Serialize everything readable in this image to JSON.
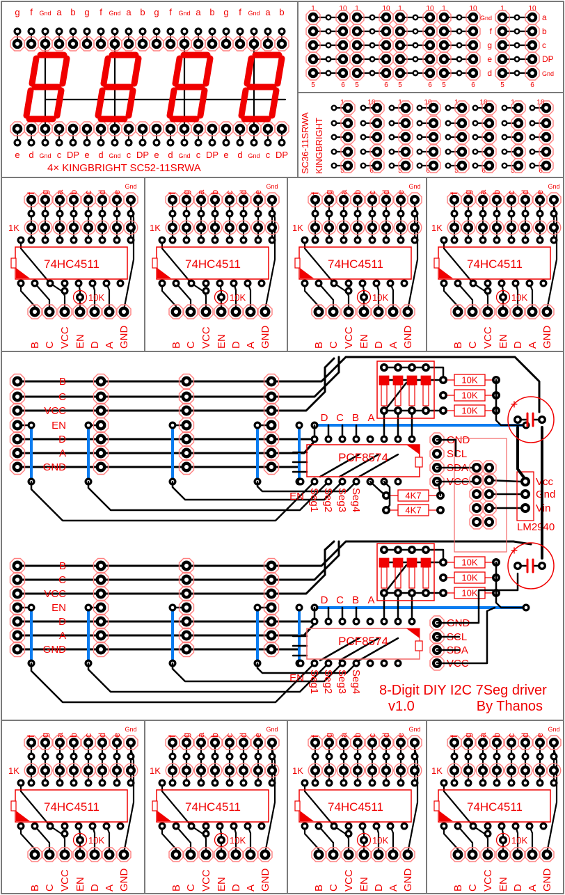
{
  "colors": {
    "red": "#f00000",
    "pad_outline": "#ff8080",
    "blue": "#0a7cf0",
    "black": "#000000",
    "bg": "#ffffff",
    "border": "#7a7a7a"
  },
  "display_panel": {
    "caption": "4× KINGBRIGHT SC52-11SRWA",
    "top_pin_labels": [
      "g",
      "f",
      "Gnd",
      "a",
      "b"
    ],
    "bottom_pin_labels": [
      "e",
      "d",
      "Gnd",
      "c",
      "DP"
    ]
  },
  "connector_panel": {
    "brand_line1": "KINGBRIGHT",
    "brand_line2": "SC36-11SRWA",
    "pin_numbers": {
      "p1": "1",
      "p5": "5",
      "p6": "6",
      "p10": "10"
    },
    "right_block": {
      "left_labels": [
        "Gnd",
        "f",
        "g",
        "e",
        "d"
      ],
      "right_labels": [
        "a",
        "b",
        "c",
        "DP",
        "Gnd"
      ]
    }
  },
  "driver_block": {
    "ic": "74HC4511",
    "top_pins": [
      "f",
      "g",
      "a",
      "b",
      "c",
      "d",
      "e",
      "Gnd"
    ],
    "bottom_pins": [
      "B",
      "C",
      "VCC",
      "EN",
      "D",
      "A",
      "GND"
    ],
    "resistor_network": "1K",
    "pullup": "10K"
  },
  "bus": {
    "labels": [
      "B",
      "C",
      "VCC",
      "EN",
      "D",
      "A",
      "GND"
    ]
  },
  "i2c": {
    "expander": "PCF8574",
    "labels": [
      "GND",
      "SCL",
      "SDA",
      "VCC"
    ],
    "address_bus": [
      "D",
      "C",
      "B",
      "A"
    ],
    "pullups": [
      "10K",
      "10K",
      "10K"
    ],
    "i2c_pullups": [
      "4K7",
      "4K7"
    ],
    "enable": "EN",
    "segments": [
      "Seg1",
      "Seg2",
      "Seg3",
      "Seg4"
    ]
  },
  "power": {
    "header": [
      "Vcc",
      "Gnd",
      "Vin"
    ],
    "regulator": "LM2940",
    "cap_polarity": "+"
  },
  "title": {
    "line1": "8-Digit DIY I2C 7Seg driver",
    "version": "v1.0",
    "author": "By Thanos"
  }
}
